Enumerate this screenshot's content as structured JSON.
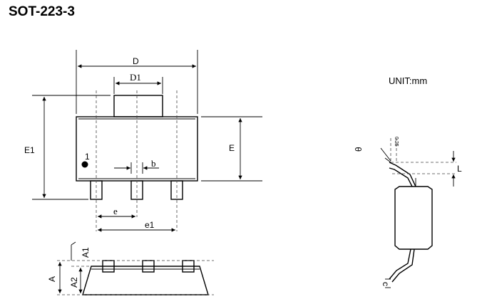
{
  "title": "SOT-223-3",
  "unit_label": "UNIT:mm",
  "pin1_label": "1",
  "dims": {
    "D": "D",
    "D1": "D1",
    "E": "E",
    "E1": "E1",
    "b": "b",
    "e": "e",
    "e1": "e1",
    "A": "A",
    "A1": "A1",
    "A2": "A2",
    "theta": "θ",
    "L": "L",
    "c": "c",
    "angle_025": "0.25"
  }
}
